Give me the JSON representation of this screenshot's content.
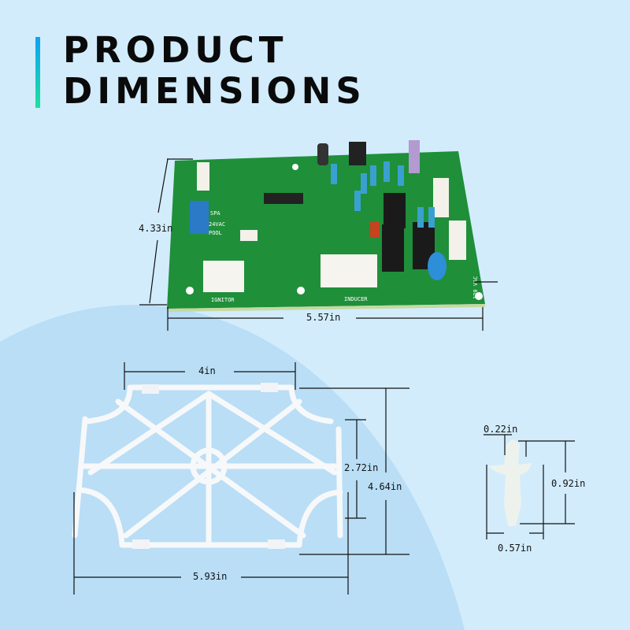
{
  "header": {
    "title_line1": "PRODUCT",
    "title_line2": "DIMENSIONS"
  },
  "colors": {
    "background": "#d2ecfc",
    "background_shape": "#b9def6",
    "accent_top": "#0fa0f5",
    "accent_bottom": "#1be39a",
    "pcb": "#1f8f3a"
  },
  "control_board": {
    "height": "4.33in",
    "width": "5.57in",
    "labels": [
      "IGNITOR",
      "INDUCER",
      "SPA",
      "24VAC",
      "POOL",
      "120 VAC"
    ]
  },
  "grid_frame": {
    "top_width": "4in",
    "inner_height": "2.72in",
    "height": "4.64in",
    "width": "5.93in"
  },
  "clip": {
    "head_width": "0.22in",
    "height": "0.92in",
    "width": "0.57in"
  }
}
